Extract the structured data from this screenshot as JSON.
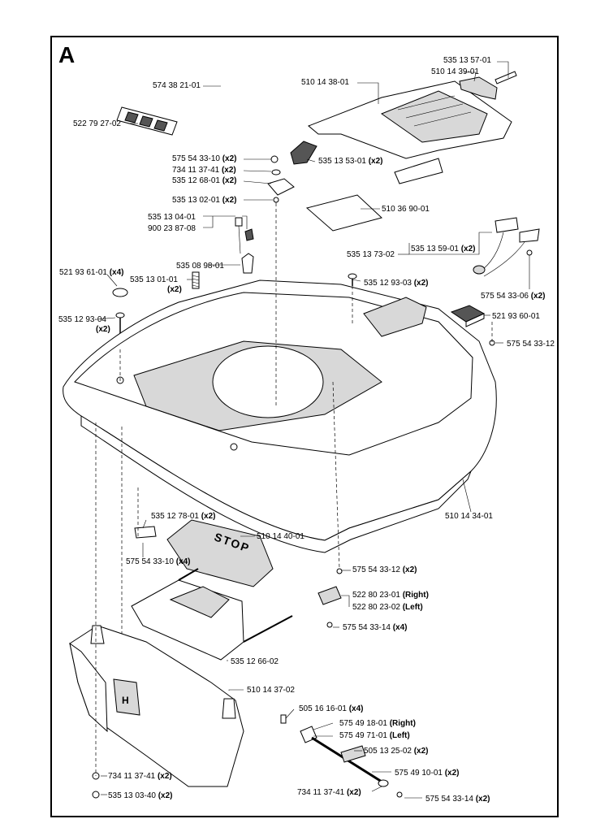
{
  "section": "A",
  "callouts": [
    {
      "id": "c1",
      "part": "535 13 57-01",
      "qty": ""
    },
    {
      "id": "c2",
      "part": "510 14 39-01",
      "qty": ""
    },
    {
      "id": "c3",
      "part": "510 14 38-01",
      "qty": ""
    },
    {
      "id": "c4",
      "part": "574 38 21-01",
      "qty": ""
    },
    {
      "id": "c5",
      "part": "522 79 27-02",
      "qty": ""
    },
    {
      "id": "c6",
      "part": "575 54 33-10",
      "qty": "(x2)"
    },
    {
      "id": "c7",
      "part": "734 11 37-41",
      "qty": "(x2)"
    },
    {
      "id": "c8",
      "part": "535 12 68-01",
      "qty": "(x2)"
    },
    {
      "id": "c9",
      "part": "535 13 53-01",
      "qty": "(x2)"
    },
    {
      "id": "c10",
      "part": "535 13 02-01",
      "qty": "(x2)"
    },
    {
      "id": "c11",
      "part": "510 36 90-01",
      "qty": ""
    },
    {
      "id": "c12",
      "part": "535 13 04-01",
      "qty": ""
    },
    {
      "id": "c13",
      "part": "900 23 87-08",
      "qty": ""
    },
    {
      "id": "c14",
      "part": "535 13 59-01",
      "qty": "(x2)"
    },
    {
      "id": "c15",
      "part": "535 13 73-02",
      "qty": ""
    },
    {
      "id": "c16",
      "part": "535 08 98-01",
      "qty": ""
    },
    {
      "id": "c17",
      "part": "521 93 61-01",
      "qty": "(x4)"
    },
    {
      "id": "c18",
      "part": "535 13 01-01",
      "qty": "(x2)"
    },
    {
      "id": "c19",
      "part": "535 12 93-03",
      "qty": "(x2)"
    },
    {
      "id": "c20",
      "part": "575 54 33-06",
      "qty": "(x2)"
    },
    {
      "id": "c21",
      "part": "521 93 60-01",
      "qty": ""
    },
    {
      "id": "c22",
      "part": "535 12 93-04",
      "qty": "(x2)"
    },
    {
      "id": "c23",
      "part": "575 54 33-12",
      "qty": ""
    },
    {
      "id": "c24",
      "part": "510 14 34-01",
      "qty": ""
    },
    {
      "id": "c25",
      "part": "535 12 78-01",
      "qty": "(x2)"
    },
    {
      "id": "c26",
      "part": "510 14 40-01",
      "qty": ""
    },
    {
      "id": "c27",
      "part": "575 54 33-10",
      "qty": "(x4)"
    },
    {
      "id": "c28",
      "part": "575 54 33-12",
      "qty": "(x2)"
    },
    {
      "id": "c29",
      "part": "522 80 23-01",
      "qty": "(Right)"
    },
    {
      "id": "c30",
      "part": "522 80 23-02",
      "qty": "(Left)"
    },
    {
      "id": "c31",
      "part": "575 54 33-14",
      "qty": "(x4)"
    },
    {
      "id": "c32",
      "part": "535 12 66-02",
      "qty": ""
    },
    {
      "id": "c33",
      "part": "510 14 37-02",
      "qty": ""
    },
    {
      "id": "c34",
      "part": "505 16 16-01",
      "qty": "(x4)"
    },
    {
      "id": "c35",
      "part": "575 49 18-01",
      "qty": "(Right)"
    },
    {
      "id": "c36",
      "part": "575 49 71-01",
      "qty": "(Left)"
    },
    {
      "id": "c37",
      "part": "505 13 25-02",
      "qty": "(x2)"
    },
    {
      "id": "c38",
      "part": "575 49 10-01",
      "qty": "(x2)"
    },
    {
      "id": "c39",
      "part": "734 11 37-41",
      "qty": "(x2)"
    },
    {
      "id": "c40",
      "part": "535 13 03-40",
      "qty": "(x2)"
    },
    {
      "id": "c41",
      "part": "734 11 37-41",
      "qty": "(x2)"
    },
    {
      "id": "c42",
      "part": "575 54 33-14",
      "qty": "(x2)"
    }
  ],
  "decals": {
    "stop_text": "STOP",
    "badge_text": "H"
  }
}
